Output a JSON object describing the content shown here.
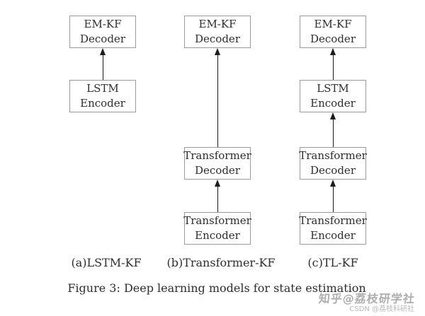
{
  "figure": {
    "caption": "Figure 3: Deep learning models for state estimation",
    "columns": [
      {
        "label": "(a)LSTM-KF",
        "boxes": [
          {
            "line1": "EM-KF",
            "line2": "Decoder"
          },
          {
            "line1": "LSTM",
            "line2": "Encoder"
          }
        ]
      },
      {
        "label": "(b)Transformer-KF",
        "boxes": [
          {
            "line1": "EM-KF",
            "line2": "Decoder"
          },
          {
            "line1": "Transformer",
            "line2": "Decoder"
          },
          {
            "line1": "Transformer",
            "line2": "Encoder"
          }
        ]
      },
      {
        "label": "(c)TL-KF",
        "boxes": [
          {
            "line1": "EM-KF",
            "line2": "Decoder"
          },
          {
            "line1": "LSTM",
            "line2": "Encoder"
          },
          {
            "line1": "Transformer",
            "line2": "Decoder"
          },
          {
            "line1": "Transformer",
            "line2": "Encoder"
          }
        ]
      }
    ]
  },
  "watermark": {
    "line1": "知乎@荔枝研学社",
    "line2": "CSDN @荔枝科研社"
  },
  "colors": {
    "box_border": "#9b9b9b",
    "box_text": "#2e2e2e",
    "arrow": "#1c1c1c",
    "watermark_line1": "#aeaeae",
    "watermark_line2": "#b9b9b9"
  }
}
